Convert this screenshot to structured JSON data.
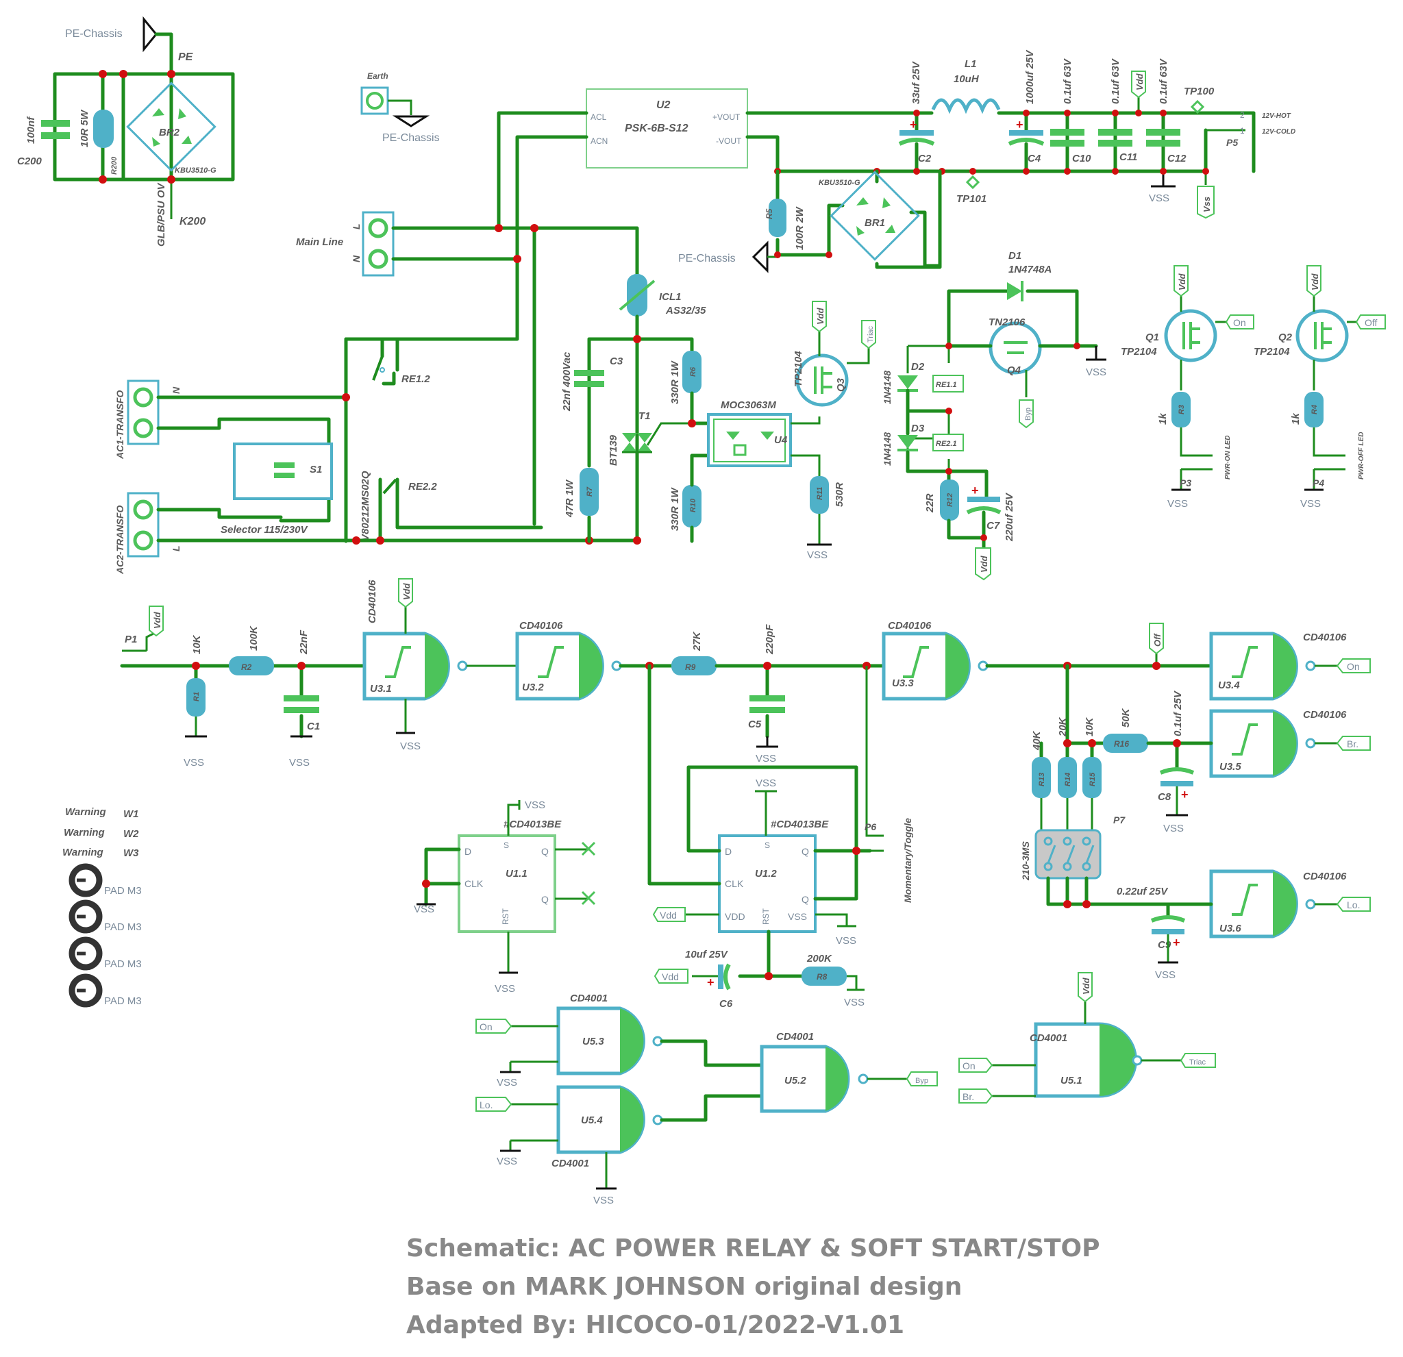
{
  "colors": {
    "wire": "#1e8c1e",
    "component": "#4fb1c8",
    "fill_green": "#4cc35a",
    "junction": "#d10f0f",
    "text": "#5a5a5a"
  },
  "labels": {
    "pe_chassis": "PE-Chassis",
    "pe": "PE",
    "earth": "Earth",
    "c200_val": "100nf",
    "c200": "C200",
    "r200_val": "10R 5W",
    "r200": "R200",
    "br2": "BR2",
    "br2_part": "KBU3510-G",
    "k200": "K200",
    "glb": "GLB/PSU OV",
    "main_line": "Main Line",
    "L": "L",
    "N": "N",
    "u2": "U2",
    "u2_part": "PSK-6B-S12",
    "acl": "ACL",
    "acn": "ACN",
    "vout_p": "+VOUT",
    "vout_n": "-VOUT",
    "c2_val": "33uf 25V",
    "c2": "C2",
    "l1": "L1",
    "l1_val": "10uH",
    "c4_val": "1000uf 25V",
    "c4": "C4",
    "c10_val": "0.1uf 63V",
    "c10": "C10",
    "c11_val": "0.1uf 63V",
    "c11": "C11",
    "c12_val": "0.1uf 63V",
    "c12": "C12",
    "vdd": "Vdd",
    "vss": "VSS",
    "vss_tag": "Vss",
    "tp100": "TP100",
    "tp101": "TP101",
    "hot": "12V-HOT",
    "cold": "12V-COLD",
    "p5": "P5",
    "br1": "BR1",
    "br1_part": "KBU3510-G",
    "r5": "R5",
    "r5_val": "100R 2W",
    "icl1": "ICL1",
    "icl1_val": "AS32/35",
    "re12": "RE1.2",
    "re22": "RE2.2",
    "ac1": "AC1-TRANSFO",
    "ac2": "AC2-TRANSFO",
    "s1": "S1",
    "selector": "Selector 115/230V",
    "v802": "V80212MS02Q",
    "c3": "C3",
    "c3_val": "22nf 400Vac",
    "r6": "R6",
    "r6_val": "330R 1W",
    "r7": "R7",
    "r7_val": "47R 1W",
    "r10": "R10",
    "r10_val": "330R 1W",
    "t1": "T1",
    "bt139": "BT139",
    "moc": "MOC3063M",
    "u4": "U4",
    "r11": "R11",
    "r11_val": "530R",
    "q3": "Q3",
    "tp2104": "TP2104",
    "triac": "Triac",
    "d1": "D1",
    "d1_val": "1N4748A",
    "tn2106": "TN2106",
    "q4": "Q4",
    "byp": "Byp",
    "d2": "D2",
    "d3": "D3",
    "n4148": "1N4148",
    "re11": "RE1.1",
    "re21": "RE2.1",
    "r12": "R12",
    "r12_val": "22R",
    "c7": "C7",
    "c7_val": "220uf 25V",
    "q1": "Q1",
    "q2": "Q2",
    "on": "On",
    "off": "Off",
    "r3": "R3",
    "r4": "R4",
    "k1": "1k",
    "p3": "P3",
    "p4": "P4",
    "pwr_on": "PWR-ON LED",
    "pwr_off": "PWR-OFF LED",
    "p1": "P1",
    "r1": "R1",
    "r1_val": "10K",
    "r2": "R2",
    "r2_val": "100K",
    "c1": "C1",
    "c1_val": "22nF",
    "cd40106": "CD40106",
    "u31": "U3.1",
    "u32": "U3.2",
    "u33": "U3.3",
    "u34": "U3.4",
    "u35": "U3.5",
    "u36": "U3.6",
    "r9": "R9",
    "r9_val": "27K",
    "c5": "C5",
    "c5_val": "220pF",
    "p6": "P6",
    "momentary": "Momentary/Toggle",
    "r13": "R13",
    "r13_val": "40K",
    "r14": "R14",
    "r14_val": "20K",
    "r15": "R15",
    "r15_val": "10K",
    "r16": "R16",
    "r16_val": "50K",
    "c8": "C8",
    "c8_val": "0.1uf 25V",
    "c9": "C9",
    "c9_val": "0.22uf 25V",
    "p7": "P7",
    "sw210": "210-3MS",
    "br": "Br.",
    "lo": "Lo.",
    "cd4013": "#CD4013BE",
    "u11": "U1.1",
    "u12": "U1.2",
    "pin_d": "D",
    "pin_clk": "CLK",
    "pin_s": "S",
    "pin_q": "Q",
    "pin_rst": "RST",
    "pin_vdd": "VDD",
    "pin_vss": "VSS",
    "c6": "C6",
    "c6_val": "10uf 25V",
    "r8": "R8",
    "r8_val": "200K",
    "cd4001": "CD4001",
    "u51": "U5.1",
    "u52": "U5.2",
    "u53": "U5.3",
    "u54": "U5.4",
    "warning": "Warning",
    "w1": "W1",
    "w2": "W2",
    "w3": "W3",
    "pad": "PAD M3"
  },
  "title": {
    "line1": "Schematic:  AC POWER RELAY & SOFT START/STOP",
    "line2": "Base on MARK JOHNSON original design",
    "line3": "Adapted By:  HICOCO-01/2022-V1.01"
  }
}
